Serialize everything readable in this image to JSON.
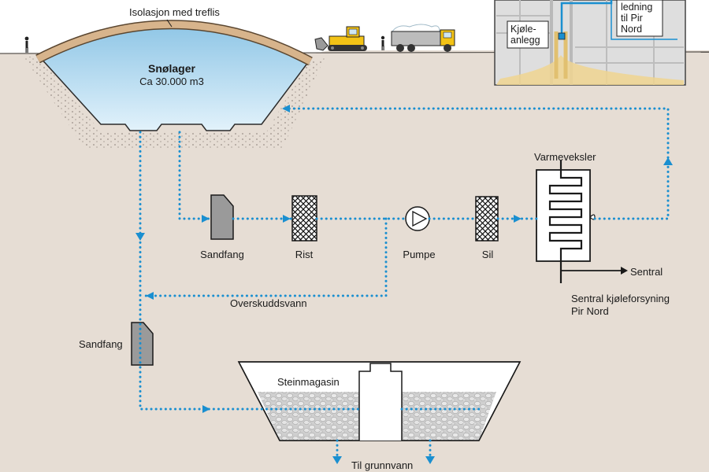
{
  "labels": {
    "insulation": "Isolasjon med treflis",
    "snow_storage_title": "Snølager",
    "snow_storage_volume": "Ca 30.000 m3",
    "sand_trap_1": "Sandfang",
    "grate": "Rist",
    "pump": "Pumpe",
    "strainer": "Sil",
    "heat_exchanger": "Varmeveksler",
    "central": "Sentral",
    "central_cooling_line1": "Sentral kjøleforsyning",
    "central_cooling_line2": "Pir Nord",
    "overflow_water": "Overskuddsvann",
    "sand_trap_2": "Sandfang",
    "stone_magazine": "Steinmagasin",
    "to_groundwater": "Til grunnvann"
  },
  "inset": {
    "pipe_line1": "ledning",
    "pipe_line2": "til Pir",
    "pipe_line3": "Nord",
    "cooling_line1": "Kjøle-",
    "cooling_line2": "anlegg"
  },
  "colors": {
    "background": "#e6ddd4",
    "water": "#bfe0f3",
    "flow_dots": "#1a8fd0",
    "insulation": "#d7b48c",
    "machine_yellow": "#f3c316",
    "component_gray": "#9a9a9a"
  }
}
